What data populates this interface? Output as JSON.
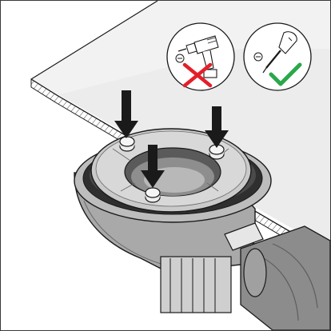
{
  "colors": {
    "outline": "#1a1a1a",
    "surface": "#e9e9e9",
    "surface_shadow": "#cfcfcf",
    "body_dark": "#8a8a8a",
    "body_mid": "#b3b3b3",
    "body_light": "#dcdcdc",
    "pipe": "#8c8c8c",
    "pipe_dark": "#5e5e5e",
    "ring": "#c9c9c9",
    "arrow": "#1a1a1a",
    "wrong_mark": "#e3202a",
    "correct_mark": "#2aa84a"
  },
  "panels": [
    {
      "tool": "cordless-drill",
      "verdict": "wrong",
      "verdict_icon": "red-x-mark"
    },
    {
      "tool": "screwdriver",
      "verdict": "correct",
      "verdict_icon": "green-check-mark"
    }
  ],
  "screws": {
    "count": 3,
    "instruction_arrows": 3
  }
}
